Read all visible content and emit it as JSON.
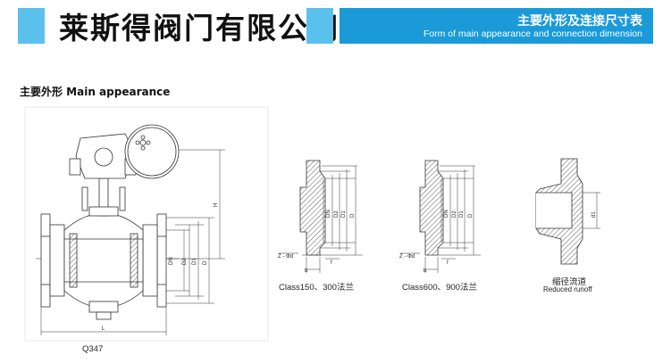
{
  "header": {
    "company_name": "莱斯得阀门有限公司",
    "banner_cn": "主要外形及连接尺寸表",
    "banner_en": "Form of main appearance and connection dimension"
  },
  "section": {
    "title": "主要外形 Main appearance"
  },
  "valve_drawing": {
    "caption": "Q347",
    "dimensions": {
      "h": "H",
      "dn": "DN",
      "d2": "D2",
      "d1": "D1",
      "d": "D",
      "l": "L"
    }
  },
  "flange_class150": {
    "caption": "Class150、300法兰",
    "labels": {
      "dn": "DN",
      "d2": "D2",
      "d1": "D1",
      "d": "D",
      "z": "Z - Φd",
      "b": "b",
      "f": "f"
    }
  },
  "flange_class600": {
    "caption": "Class600、900法兰",
    "labels": {
      "dn": "DN",
      "d2": "D2",
      "d1": "D1",
      "d": "D",
      "z": "Z - Φd",
      "b": "b",
      "f": "f"
    }
  },
  "reduced_runoff": {
    "caption_cn": "缩径流道",
    "caption_en": "Reduced runoff",
    "labels": {
      "d1": "d1"
    }
  }
}
